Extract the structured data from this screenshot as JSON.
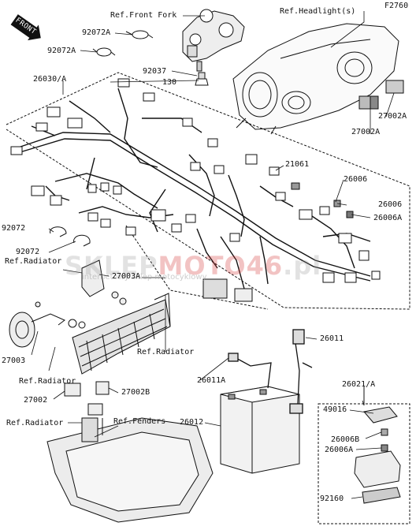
{
  "diagram": {
    "figure_code": "F2760",
    "front_marker": "FRONT",
    "watermark": {
      "part1": "SKLEP",
      "part2": "MOTO46",
      "part3": ".pl",
      "subtitle": "internetowy sklep motocyklowy"
    },
    "labels": {
      "ref_front_fork": "Ref.Front Fork",
      "ref_headlights": "Ref.Headlight(s)",
      "p92072a_1": "92072A",
      "p92072a_2": "92072A",
      "p92037": "92037",
      "p130": "130",
      "p26030a": "26030/A",
      "p27002a_1": "27002A",
      "p27002a_2": "27002A",
      "p21061": "21061",
      "p26006_1": "26006",
      "p26006_2": "26006",
      "p26006a": "26006A",
      "p92072_1": "92072",
      "p92072_2": "92072",
      "ref_radiator_1": "Ref.Radiator",
      "p27003a": "27003A",
      "p27003": "27003",
      "ref_radiator_2": "Ref.Radiator",
      "ref_radiator_3": "Ref.Radiator",
      "p26011": "26011",
      "p26011a": "26011A",
      "p27002": "27002",
      "p27002b": "27002B",
      "p26021a": "26021/A",
      "ref_radiator_4": "Ref.Radiator",
      "ref_fenders": "Ref.Fenders",
      "p26012": "26012",
      "p49016": "49016",
      "p26006b": "26006B",
      "p26006a_2": "26006A",
      "p92160": "92160"
    }
  }
}
